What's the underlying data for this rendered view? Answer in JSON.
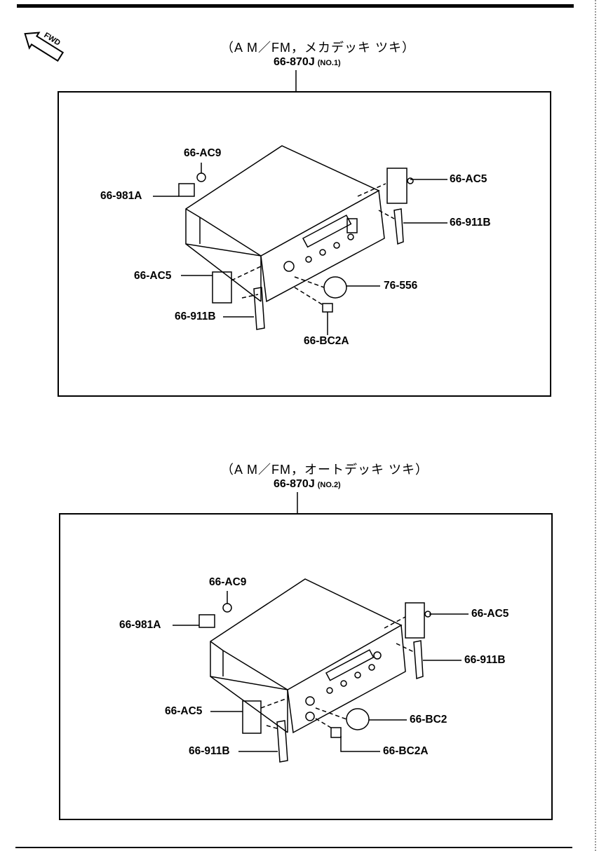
{
  "fwd_label": "FWD",
  "diagrams": [
    {
      "heading": "（A M／FM，メカデッキ ツキ）",
      "part_number": "66-870J",
      "variant": "(NO.1)",
      "labels": {
        "ac9": "66-AC9",
        "p981a": "66-981A",
        "ac5_left": "66-AC5",
        "p911b_left": "66-911B",
        "ac5_right": "66-AC5",
        "p911b_right": "66-911B",
        "knob": "76-556",
        "bc2a": "66-BC2A"
      }
    },
    {
      "heading": "（A M／FM，オートデッキ ツキ）",
      "part_number": "66-870J",
      "variant": "(NO.2)",
      "labels": {
        "ac9": "66-AC9",
        "p981a": "66-981A",
        "ac5_left": "66-AC5",
        "p911b_left": "66-911B",
        "ac5_right": "66-AC5",
        "p911b_right": "66-911B",
        "knob": "66-BC2",
        "bc2a": "66-BC2A"
      }
    }
  ]
}
